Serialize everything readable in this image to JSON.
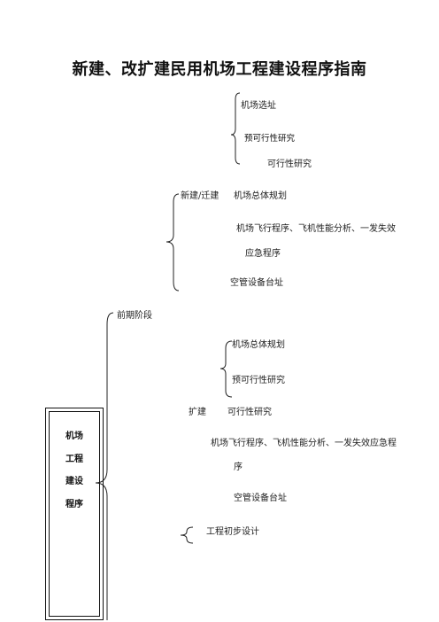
{
  "document": {
    "title": "新建、改扩建民用机场工程建设程序指南",
    "box": {
      "lines": [
        "机场",
        "工程",
        "建设",
        "程序"
      ]
    },
    "phases": {
      "early_stage": "前期阶段"
    },
    "site_selection_group": {
      "items": [
        "机场选址",
        "预可行性研究",
        "可行性研究"
      ]
    },
    "new_relocate_group": {
      "label": "新建/迁建",
      "items": [
        "机场总体规划",
        "机场飞行程序、飞机性能分析、一发失效",
        "应急程序",
        "空管设备台址"
      ]
    },
    "expansion_group": {
      "sub_items": [
        "机场总体规划",
        "预可行性研究"
      ],
      "label": "扩建",
      "label_item": "可行性研究",
      "items": [
        "机场飞行程序、飞机性能分析、一发失效应急程",
        "序",
        "空管设备台址"
      ]
    },
    "preliminary_design": {
      "label": "工程初步设计"
    }
  }
}
